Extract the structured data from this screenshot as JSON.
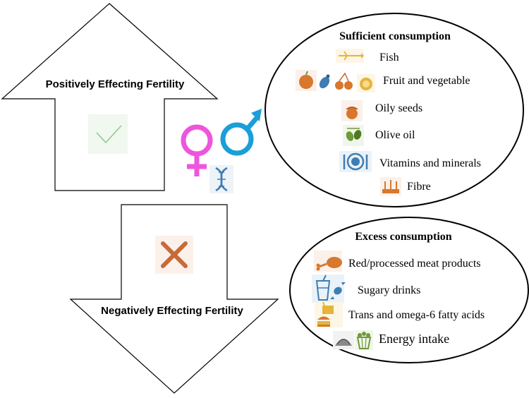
{
  "up_arrow": {
    "label": "Positively Effecting Fertility",
    "mark": "check-mark"
  },
  "down_arrow": {
    "label": "Negatively Effecting Fertility",
    "mark": "cross-mark"
  },
  "center_symbols": [
    "female-symbol",
    "male-symbol",
    "dna-icon"
  ],
  "sufficient": {
    "title": "Sufficient consumption",
    "items": [
      {
        "label": "Fish",
        "icons": [
          "fish-bone-icon"
        ]
      },
      {
        "label": "Fruit and vegetable",
        "icons": [
          "apple-icon",
          "eggplant-icon",
          "cherries-icon",
          "lemon-icon"
        ]
      },
      {
        "label": "Oily seeds",
        "icons": [
          "acorn-icon"
        ]
      },
      {
        "label": "Olive oil",
        "icons": [
          "olive-icon"
        ]
      },
      {
        "label": "Vitamins and minerals",
        "icons": [
          "plate-cutlery-icon"
        ]
      },
      {
        "label": "Fibre",
        "icons": [
          "wheat-icon"
        ]
      }
    ]
  },
  "excess": {
    "title": "Excess consumption",
    "items": [
      {
        "label": "Red/processed meat products",
        "icons": [
          "drumstick-icon"
        ]
      },
      {
        "label": "Sugary drinks",
        "icons": [
          "soda-cup-icon",
          "candy-icon"
        ]
      },
      {
        "label": "Trans and omega-6 fatty acids",
        "icons": [
          "fast-food-icon"
        ]
      },
      {
        "label": "Energy intake",
        "icons": [
          "taco-icon",
          "popcorn-icon"
        ]
      }
    ]
  },
  "colors": {
    "female": "#ee55dd",
    "male": "#1a9fd8",
    "check": "#8cc98c",
    "cross": "#c76a35",
    "food_orange": "#d9772c",
    "food_yellow": "#e6b43a",
    "food_blue": "#3e7db3",
    "food_green": "#6f9a3b"
  }
}
